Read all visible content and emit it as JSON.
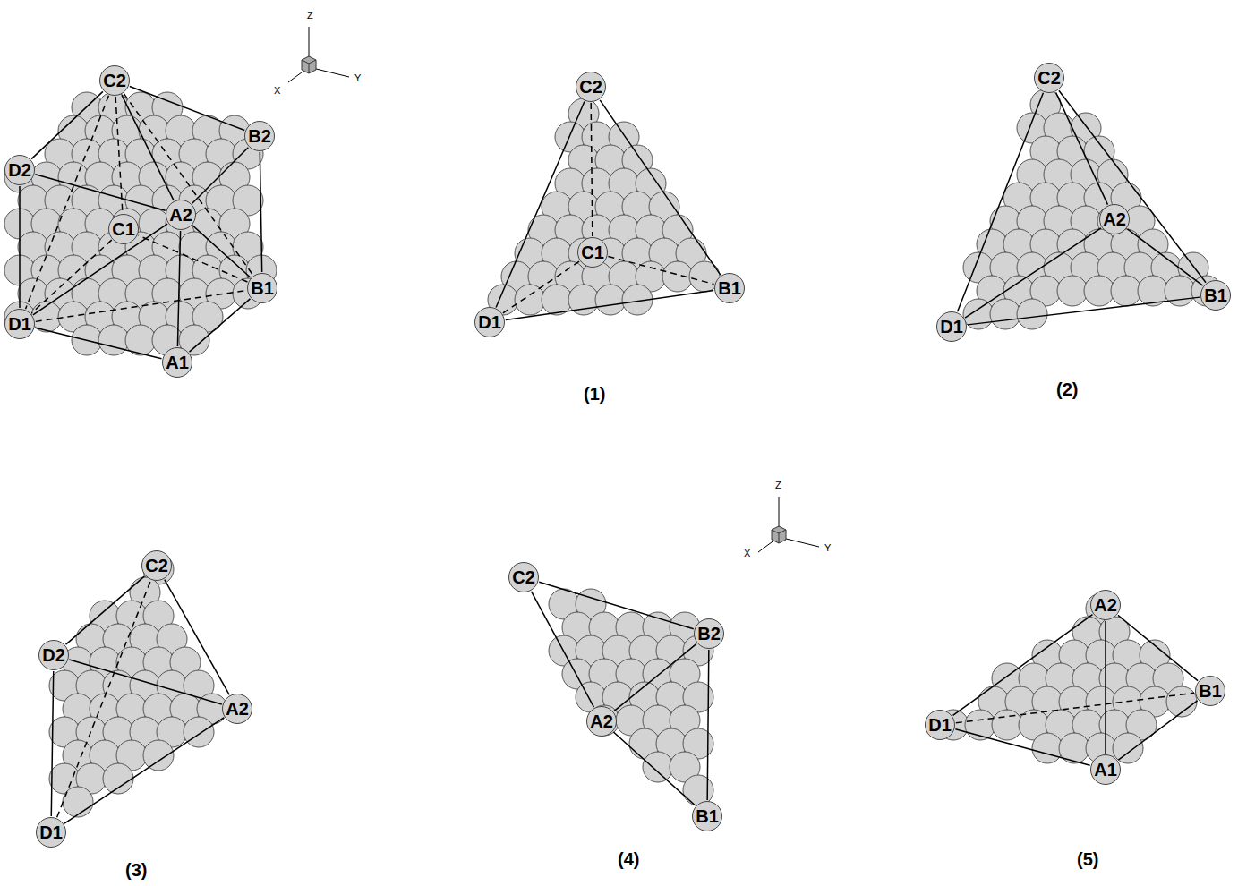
{
  "diagram": {
    "nodes": [
      {
        "text": [
          "C2"
        ]
      },
      {
        "text": [
          "B2"
        ]
      },
      {
        "text": [
          "D2"
        ]
      },
      {
        "text": [
          "A2"
        ]
      },
      {
        "text": [
          "C1"
        ]
      },
      {
        "text": [
          "B1"
        ]
      },
      {
        "text": [
          "D1"
        ]
      },
      {
        "text": [
          "A1"
        ]
      },
      {
        "text": [
          "C2"
        ]
      },
      {
        "text": [
          "C1"
        ]
      },
      {
        "text": [
          "D1"
        ]
      },
      {
        "text": [
          "B1"
        ]
      },
      {
        "text": [
          "C2"
        ]
      },
      {
        "text": [
          "A2"
        ]
      },
      {
        "text": [
          "D1"
        ]
      },
      {
        "text": [
          "B1"
        ]
      },
      {
        "text": [
          "C2"
        ]
      },
      {
        "text": [
          "D2"
        ]
      },
      {
        "text": [
          "A2"
        ]
      },
      {
        "text": [
          "D1"
        ]
      },
      {
        "text": [
          "C2"
        ]
      },
      {
        "text": [
          "B2"
        ]
      },
      {
        "text": [
          "A2"
        ]
      },
      {
        "text": [
          "B1"
        ]
      },
      {
        "text": [
          "A2"
        ]
      },
      {
        "text": [
          "D1"
        ]
      },
      {
        "text": [
          "B1"
        ]
      },
      {
        "text": [
          "A1"
        ]
      }
    ],
    "edges": [
      {
        "from": 0,
        "to": 1,
        "arrow": "none"
      },
      {
        "from": 1,
        "to": 3,
        "arrow": "none"
      },
      {
        "from": 3,
        "to": 2,
        "arrow": "none"
      },
      {
        "from": 2,
        "to": 0,
        "arrow": "none"
      },
      {
        "from": 6,
        "to": 7,
        "arrow": "none"
      },
      {
        "from": 7,
        "to": 5,
        "arrow": "none"
      },
      {
        "from": 5,
        "to": 4,
        "arrow": "none"
      },
      {
        "from": 4,
        "to": 6,
        "arrow": "none"
      },
      {
        "from": 2,
        "to": 6,
        "arrow": "none"
      },
      {
        "from": 1,
        "to": 5,
        "arrow": "none"
      },
      {
        "from": 3,
        "to": 7,
        "arrow": "none"
      },
      {
        "from": 0,
        "to": 4,
        "arrow": "none"
      },
      {
        "from": 0,
        "to": 3,
        "arrow": "none"
      },
      {
        "from": 3,
        "to": 6,
        "arrow": "none"
      },
      {
        "from": 3,
        "to": 5,
        "arrow": "none"
      },
      {
        "from": 0,
        "to": 6,
        "arrow": "none"
      },
      {
        "from": 0,
        "to": 5,
        "arrow": "none"
      },
      {
        "from": 6,
        "to": 5,
        "arrow": "none"
      },
      {
        "from": 8,
        "to": 10,
        "arrow": "none"
      },
      {
        "from": 8,
        "to": 11,
        "arrow": "none"
      },
      {
        "from": 10,
        "to": 11,
        "arrow": "none"
      },
      {
        "from": 8,
        "to": 9,
        "arrow": "none"
      },
      {
        "from": 9,
        "to": 10,
        "arrow": "none"
      },
      {
        "from": 9,
        "to": 11,
        "arrow": "none"
      },
      {
        "from": 12,
        "to": 14,
        "arrow": "none"
      },
      {
        "from": 12,
        "to": 15,
        "arrow": "none"
      },
      {
        "from": 14,
        "to": 15,
        "arrow": "none"
      },
      {
        "from": 12,
        "to": 13,
        "arrow": "none"
      },
      {
        "from": 13,
        "to": 14,
        "arrow": "none"
      },
      {
        "from": 13,
        "to": 15,
        "arrow": "none"
      },
      {
        "from": 17,
        "to": 16,
        "arrow": "none"
      },
      {
        "from": 16,
        "to": 18,
        "arrow": "none"
      },
      {
        "from": 17,
        "to": 18,
        "arrow": "none"
      },
      {
        "from": 17,
        "to": 19,
        "arrow": "none"
      },
      {
        "from": 19,
        "to": 18,
        "arrow": "none"
      },
      {
        "from": 19,
        "to": 16,
        "arrow": "none"
      },
      {
        "from": 20,
        "to": 21,
        "arrow": "none"
      },
      {
        "from": 21,
        "to": 23,
        "arrow": "none"
      },
      {
        "from": 20,
        "to": 22,
        "arrow": "none"
      },
      {
        "from": 22,
        "to": 23,
        "arrow": "none"
      },
      {
        "from": 22,
        "to": 21,
        "arrow": "none"
      },
      {
        "from": 24,
        "to": 25,
        "arrow": "none"
      },
      {
        "from": 24,
        "to": 26,
        "arrow": "none"
      },
      {
        "from": 24,
        "to": 27,
        "arrow": "none"
      },
      {
        "from": 25,
        "to": 27,
        "arrow": "none"
      },
      {
        "from": 27,
        "to": 26,
        "arrow": "none"
      },
      {
        "from": 25,
        "to": 26,
        "arrow": "none"
      }
    ],
    "labels": [
      "Z",
      "X",
      "Y",
      "(1)",
      "(2)",
      "Z",
      "X",
      "Y",
      "(3)",
      "(4)",
      "(5)"
    ]
  }
}
